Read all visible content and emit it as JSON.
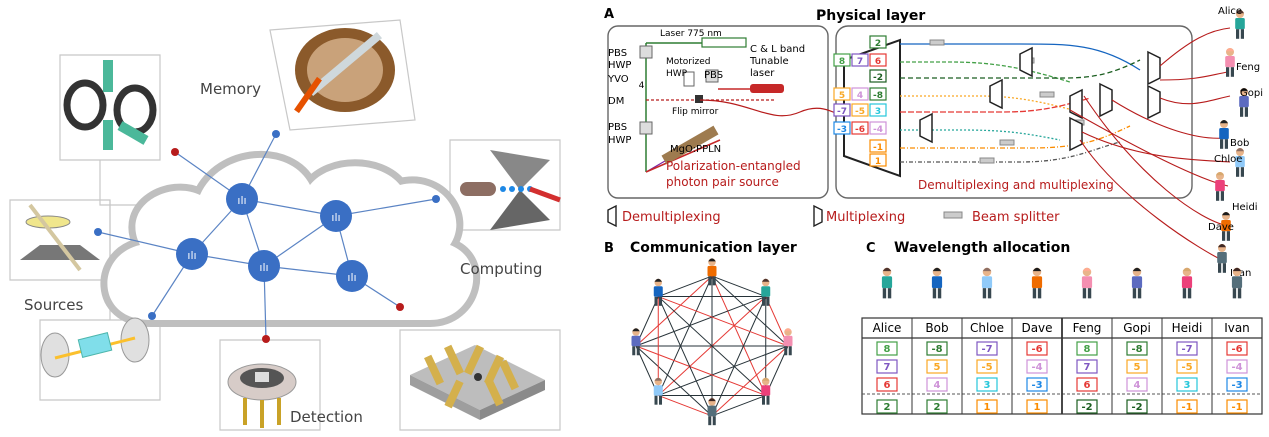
{
  "left": {
    "labels": {
      "memory": "Memory",
      "computing": "Computing",
      "sources": "Sources",
      "detection": "Detection"
    }
  },
  "panelA": {
    "letter": "A",
    "title": "Physical layer",
    "components": {
      "laser": "Laser 775 nm",
      "pbs": "PBS",
      "hwp": "HWP",
      "yvo_base": "YVO",
      "yvo_sub": "4",
      "dm": "DM",
      "motorized1": "Motorized",
      "motorized2": "HWP",
      "pbs2": "PBS",
      "tunable1": "C & L band",
      "tunable2": "Tunable",
      "tunable3": "laser",
      "flip": "Flip mirror",
      "pbs3": "PBS",
      "hwp3": "HWP",
      "crystal": "MgO:PPLN",
      "source1": "Polarization-entangled",
      "source2": "photon pair source",
      "demux_label": "Demultiplexing and multiplexing"
    },
    "legend": {
      "demux": "Demultiplexing",
      "mux": "Multiplexing",
      "bs": "Beam splitter"
    },
    "channels": [
      {
        "vals": [
          "2"
        ],
        "colors": [
          "#2e7d32"
        ]
      },
      {
        "vals": [
          "8",
          "7",
          "6"
        ],
        "colors": [
          "#43a047",
          "#7e57c2",
          "#e53935"
        ]
      },
      {
        "vals": [
          "-2"
        ],
        "colors": [
          "#1b5e20"
        ]
      },
      {
        "vals": [
          "5",
          "4",
          "-8"
        ],
        "colors": [
          "#f9a825",
          "#ce93d8",
          "#2e7d32"
        ]
      },
      {
        "vals": [
          "-7",
          "-5",
          "3"
        ],
        "colors": [
          "#7e57c2",
          "#f9a825",
          "#26c6da"
        ]
      },
      {
        "vals": [
          "-3",
          "-6",
          "-4"
        ],
        "colors": [
          "#1e88e5",
          "#e53935",
          "#ce93d8"
        ]
      },
      {
        "vals": [
          "-1"
        ],
        "colors": [
          "#fb8c00"
        ]
      },
      {
        "vals": [
          "1"
        ],
        "colors": [
          "#fb8c00"
        ]
      }
    ],
    "users": [
      "Alice",
      "Feng",
      "Gopi",
      "Bob",
      "Chloe",
      "Heidi",
      "Dave",
      "Ivan"
    ]
  },
  "panelB": {
    "letter": "B",
    "title": "Communication layer"
  },
  "panelC": {
    "letter": "C",
    "title": "Wavelength allocation",
    "columns": [
      "Alice",
      "Bob",
      "Chloe",
      "Dave",
      "Feng",
      "Gopi",
      "Heidi",
      "Ivan"
    ],
    "rows": [
      [
        "8",
        "-8",
        "-7",
        "-6",
        "8",
        "-8",
        "-7",
        "-6"
      ],
      [
        "7",
        "5",
        "-5",
        "-4",
        "7",
        "5",
        "-5",
        "-4"
      ],
      [
        "6",
        "4",
        "3",
        "-3",
        "6",
        "4",
        "3",
        "-3"
      ],
      [
        "2",
        "2",
        "1",
        "1",
        "-2",
        "-2",
        "-1",
        "-1"
      ]
    ],
    "colors": {
      "8": "#43a047",
      "-8": "#2e7d32",
      "7": "#7e57c2",
      "-7": "#7e57c2",
      "6": "#e53935",
      "-6": "#e53935",
      "5": "#f9a825",
      "-5": "#f9a825",
      "4": "#ce93d8",
      "-4": "#ce93d8",
      "3": "#26c6da",
      "-3": "#1e88e5",
      "2": "#2e7d32",
      "-2": "#1b5e20",
      "1": "#fb8c00",
      "-1": "#fb8c00"
    }
  }
}
